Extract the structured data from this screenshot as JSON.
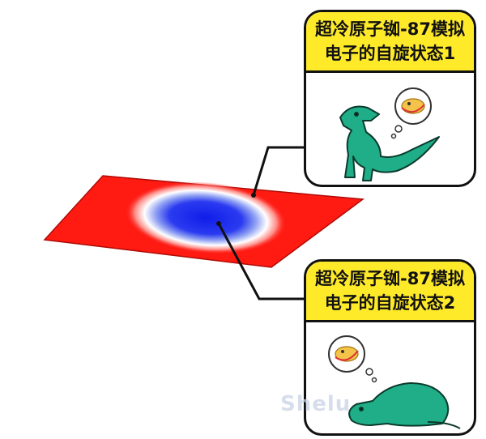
{
  "card1": {
    "title_line1": "超冷原子铷-87模拟",
    "title_line2": "电子的自旋状态1"
  },
  "card2": {
    "title_line1": "超冷原子铷-87模拟",
    "title_line2": "电子的自旋状态2"
  },
  "watermark": "Shelu",
  "colors": {
    "plane_red": "#ff1a12",
    "spot_blue": "#1020e8",
    "header_yellow": "#ffea2a",
    "dino_green": "#20b08a"
  }
}
